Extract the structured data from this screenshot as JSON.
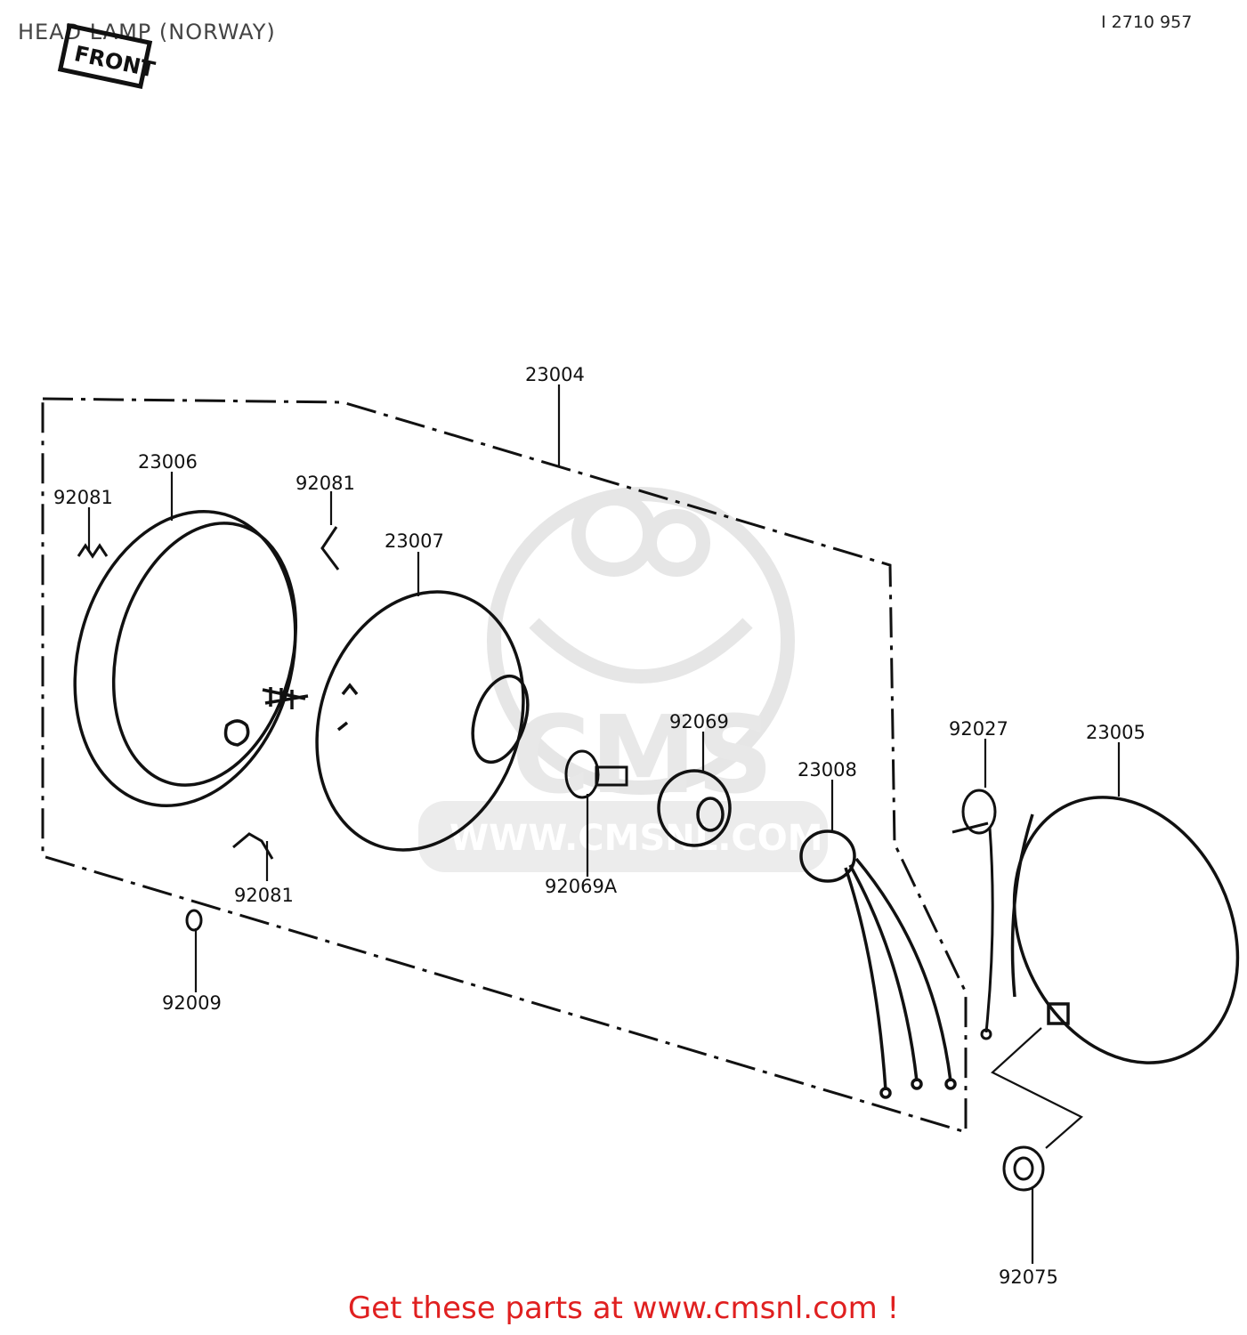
{
  "title": "HEAD LAMP (NORWAY)",
  "reference": "I 2710 957",
  "front_label": "FRONT",
  "watermark": {
    "brand": "CMS",
    "url": "WWW.CMSNL.COM"
  },
  "parts": {
    "p23004": "23004",
    "p23006": "23006",
    "p92081_a": "92081",
    "p92081_b": "92081",
    "p92081_c": "92081",
    "p23007": "23007",
    "p92069": "92069",
    "p92069A": "92069A",
    "p23008": "23008",
    "p92027": "92027",
    "p23005": "23005",
    "p92009": "92009",
    "p92075": "92075"
  },
  "footer": "Get these parts at www.cmsnl.com !",
  "colors": {
    "line": "#111111",
    "footer_text": "#e02020",
    "watermark": "#e6e6e6"
  }
}
